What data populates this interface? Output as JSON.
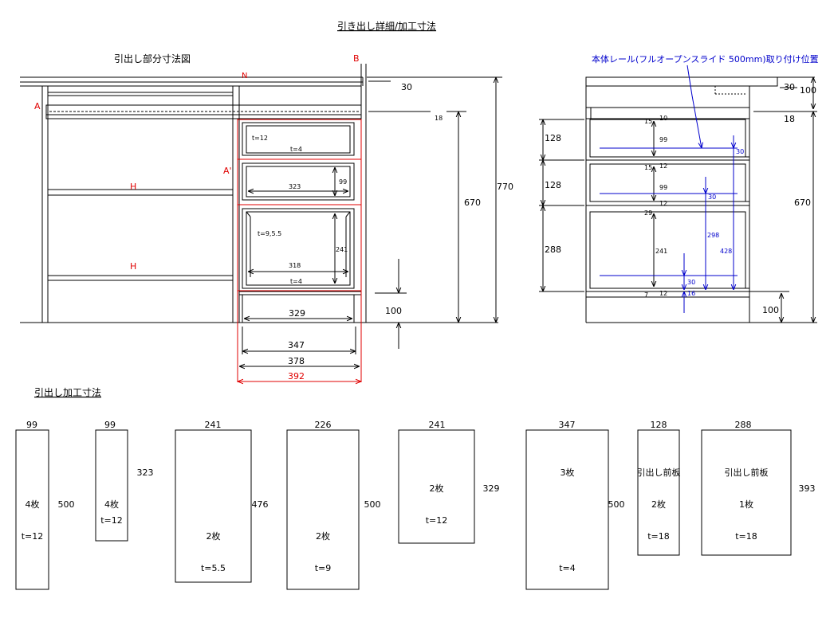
{
  "titles": {
    "main": "引き出し詳細/加工寸法",
    "section_part": "引出し部分寸法図",
    "section_cut": "引出し加工寸法",
    "rail_note": "本体レール(フルオープンスライド 500mm)取り付け位置"
  },
  "left_view": {
    "labels": {
      "A": "A",
      "A_prime": "A'",
      "B": "B",
      "N": "N",
      "H1": "H",
      "H2": "H"
    },
    "dims": {
      "top_thick": "30",
      "rail_gap": "18",
      "h670": "670",
      "h770": "770",
      "h100": "100",
      "t12": "t=12",
      "t4_top": "t=4",
      "w323": "323",
      "d99": "99",
      "t95": "t=9,5.5",
      "d241": "241",
      "w318": "318",
      "t4_bottom": "t=4",
      "w329": "329",
      "w347": "347",
      "w378": "378",
      "w392": "392"
    }
  },
  "right_view": {
    "dims": {
      "h30": "30",
      "h100_top": "100",
      "h18": "18",
      "h670": "670",
      "h100_bottom": "100",
      "s128a": "128",
      "s128b": "128",
      "s288": "288",
      "n15a": "15",
      "n10": "10",
      "n99a": "99",
      "r30a": "30",
      "n15b": "15",
      "n12a": "12",
      "n99b": "99",
      "r30b": "30",
      "n12b": "12",
      "n29": "29",
      "n241": "241",
      "b298": "298",
      "b428": "428",
      "r30c": "30",
      "n7": "7",
      "n12c": "12",
      "b16": "16"
    }
  },
  "parts": [
    {
      "top": "99",
      "side": "500",
      "lines": [
        "4枚",
        "t=12"
      ]
    },
    {
      "top": "99",
      "side": "323",
      "lines": [
        "4枚",
        "t=12"
      ]
    },
    {
      "top": "241",
      "side": "476",
      "lines": [
        "2枚",
        "t=5.5"
      ]
    },
    {
      "top": "226",
      "side": "500",
      "lines": [
        "2枚",
        "t=9"
      ]
    },
    {
      "top": "241",
      "side": "329",
      "lines": [
        "2枚",
        "t=12"
      ]
    },
    {
      "top": "347",
      "side": "500",
      "lines": [
        "3枚",
        "t=4"
      ]
    },
    {
      "top": "128",
      "side": "",
      "lines": [
        "引出し前板",
        "2枚",
        "t=18"
      ]
    },
    {
      "top": "288",
      "side": "393",
      "lines": [
        "引出し前板",
        "1枚",
        "t=18"
      ]
    }
  ]
}
